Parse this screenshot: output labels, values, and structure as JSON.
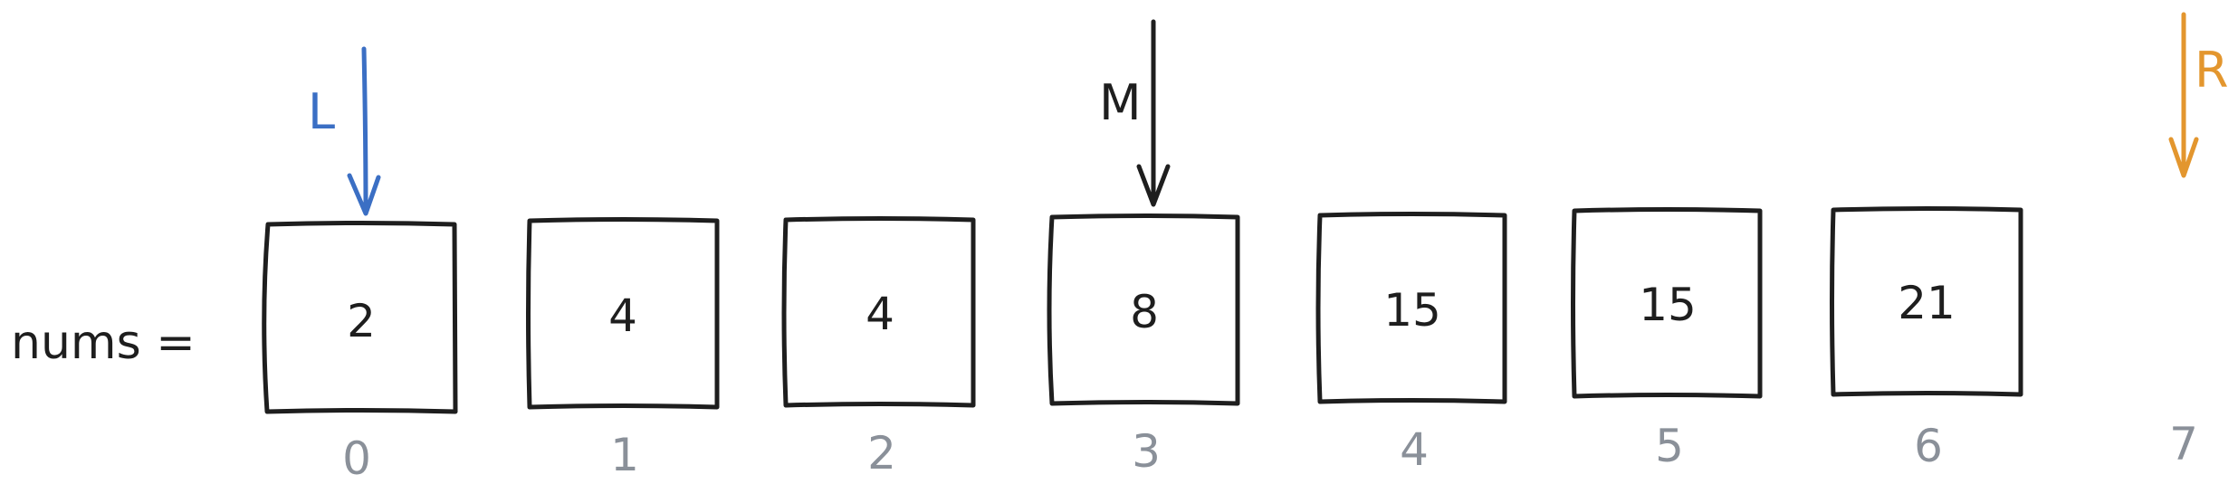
{
  "label": "nums =",
  "cells": [
    {
      "value": "2",
      "index": "0"
    },
    {
      "value": "4",
      "index": "1"
    },
    {
      "value": "4",
      "index": "2"
    },
    {
      "value": "8",
      "index": "3"
    },
    {
      "value": "15",
      "index": "4"
    },
    {
      "value": "15",
      "index": "5"
    },
    {
      "value": "21",
      "index": "6"
    }
  ],
  "extra_index": "7",
  "pointers": [
    {
      "label": "L",
      "position": 0,
      "color": "#3b6fc4"
    },
    {
      "label": "M",
      "position": 3,
      "color": "#1e1e1e"
    },
    {
      "label": "R",
      "position": 7,
      "color": "#e3962e"
    }
  ],
  "colors": {
    "box_stroke": "#1e1e1e",
    "value_text": "#1e1e1e",
    "index_text": "#8a9099"
  }
}
